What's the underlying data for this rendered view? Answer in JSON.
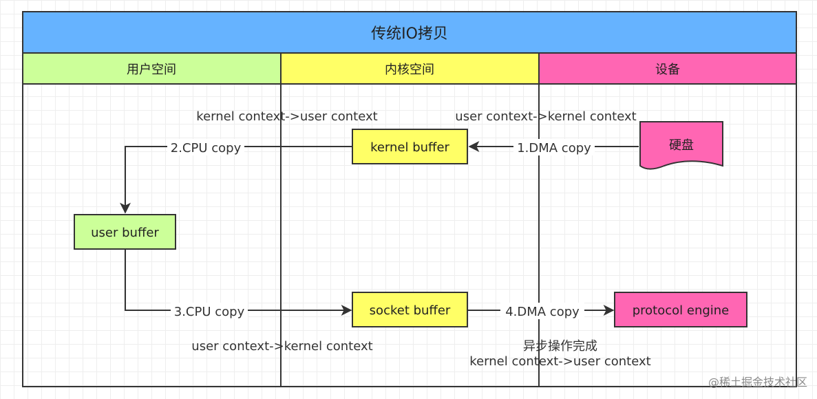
{
  "diagram": {
    "title": "传统IO拷贝",
    "lanes": {
      "user": "用户空间",
      "kernel": "内核空间",
      "device": "设备"
    },
    "nodes": {
      "kernel_buffer": "kernel buffer",
      "user_buffer": "user buffer",
      "socket_buffer": "socket buffer",
      "disk": "硬盘",
      "protocol_engine": "protocol engine"
    },
    "edges": {
      "dma_copy_1": "1.DMA copy",
      "cpu_copy_2": "2.CPU copy",
      "cpu_copy_3": "3.CPU copy",
      "dma_copy_4": "4.DMA copy"
    },
    "annotations": {
      "switch_1": "kernel context->user context",
      "switch_2": "user context->kernel context",
      "switch_3": "user context->kernel context",
      "async_done": "异步操作完成",
      "switch_4": "kernel context->user context"
    },
    "colors": {
      "title_bg": "#66b3ff",
      "user_lane": "#ccff99",
      "kernel_lane": "#ffff66",
      "device_lane": "#ff66b3"
    }
  },
  "watermark": "@稀土掘金技术社区"
}
